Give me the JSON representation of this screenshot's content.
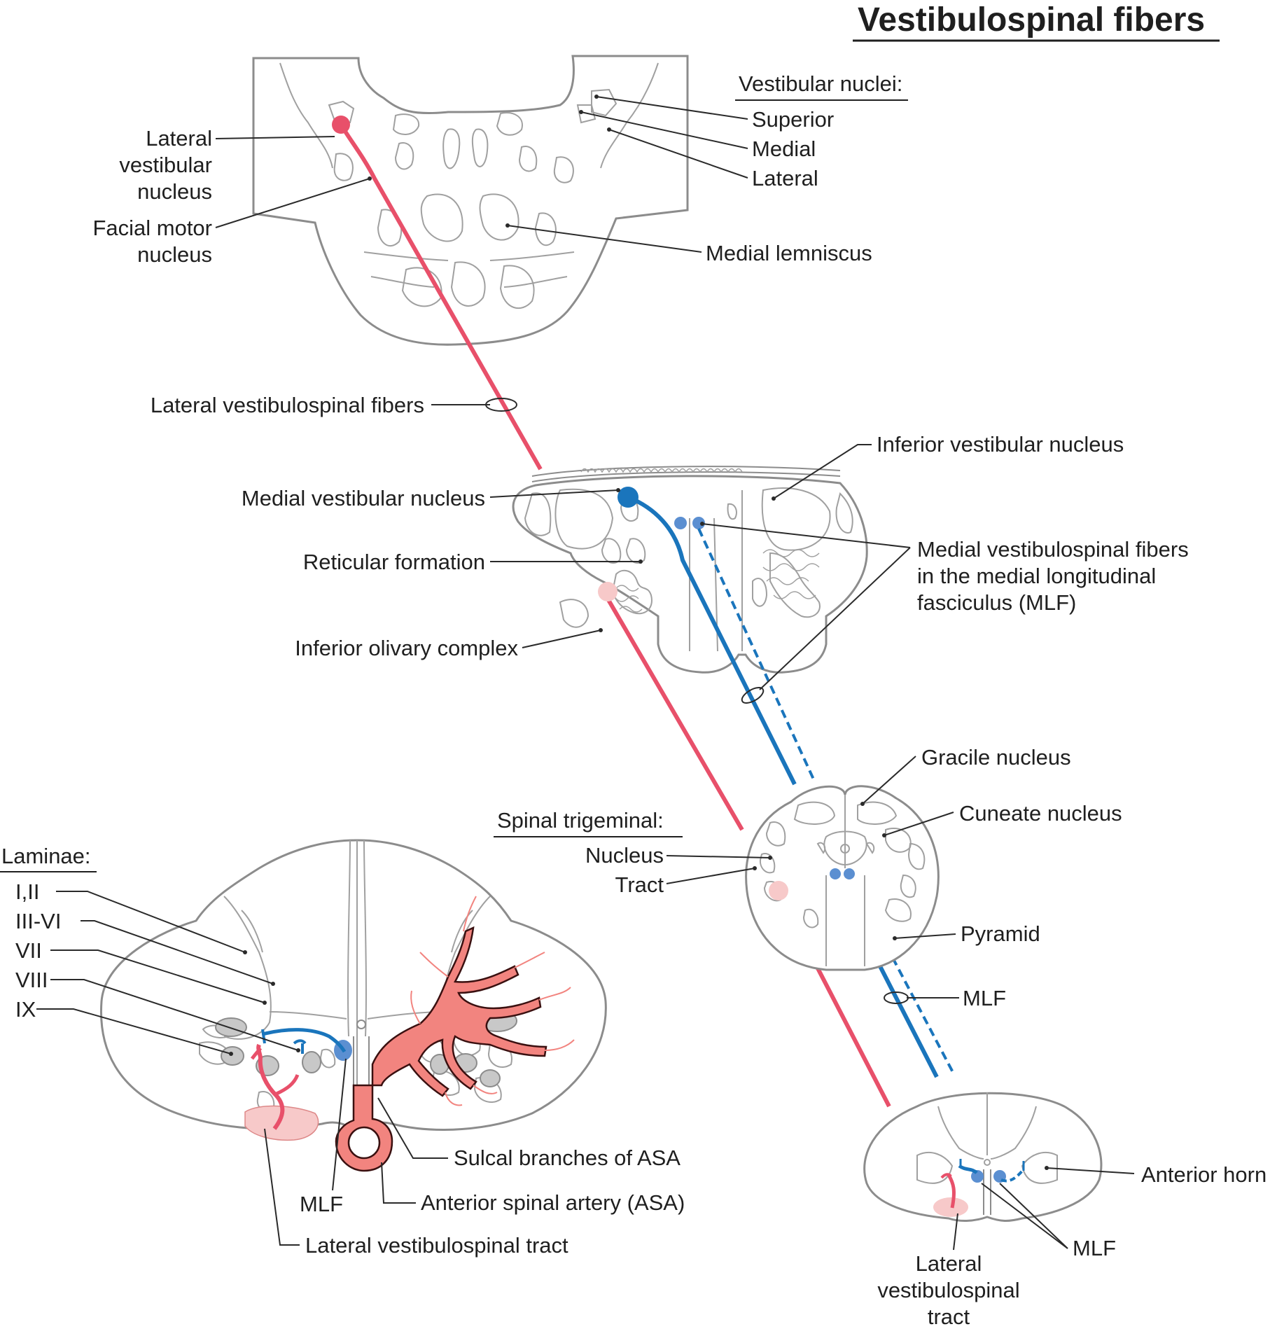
{
  "title": "Vestibulospinal fibers",
  "colors": {
    "lateral_tract": "#e8506a",
    "medial_tract": "#1a75bc",
    "lateral_tract_area": "#f7c9c9",
    "medial_tract_area": "#5b8fd1",
    "artery": "#f2847f",
    "artery_outline": "#3a1010",
    "gray_nuclei": "#c8c8c8",
    "outline": "#8c8c8c"
  },
  "labels": {
    "lateral_vestibular_nucleus": [
      "Lateral",
      "vestibular",
      "nucleus"
    ],
    "facial_motor_nucleus": [
      "Facial motor",
      "nucleus"
    ],
    "vestibular_nuclei_heading": "Vestibular nuclei:",
    "superior": "Superior",
    "medial": "Medial",
    "lateral": "Lateral",
    "medial_lemniscus": "Medial lemniscus",
    "lateral_vestibulospinal_fibers": "Lateral vestibulospinal fibers",
    "inferior_vestibular_nucleus": "Inferior vestibular nucleus",
    "medial_vestibular_nucleus": "Medial vestibular nucleus",
    "reticular_formation": "Reticular formation",
    "medial_vestibulospinal_fibers": [
      "Medial vestibulospinal fibers",
      "in the medial longitudinal",
      "fasciculus (MLF)"
    ],
    "inferior_olivary_complex": "Inferior olivary complex",
    "gracile_nucleus": "Gracile nucleus",
    "cuneate_nucleus": "Cuneate nucleus",
    "spinal_trigeminal_heading": "Spinal trigeminal:",
    "nucleus": "Nucleus",
    "tract": "Tract",
    "pyramid": "Pyramid",
    "mlf_medulla": "MLF",
    "laminae_heading": "Laminae:",
    "laminae": [
      "I,II",
      "III-VI",
      "VII",
      "VIII",
      "IX"
    ],
    "sulcal_branches": "Sulcal branches of ASA",
    "mlf_cord_left": "MLF",
    "anterior_spinal_artery": "Anterior spinal artery (ASA)",
    "lateral_vestibulospinal_tract": "Lateral vestibulospinal tract",
    "anterior_horn": "Anterior horn",
    "mlf_cord_right": "MLF",
    "lateral_vestibulospinal_tract_cord": [
      "Lateral",
      "vestibulospinal",
      "tract"
    ]
  }
}
